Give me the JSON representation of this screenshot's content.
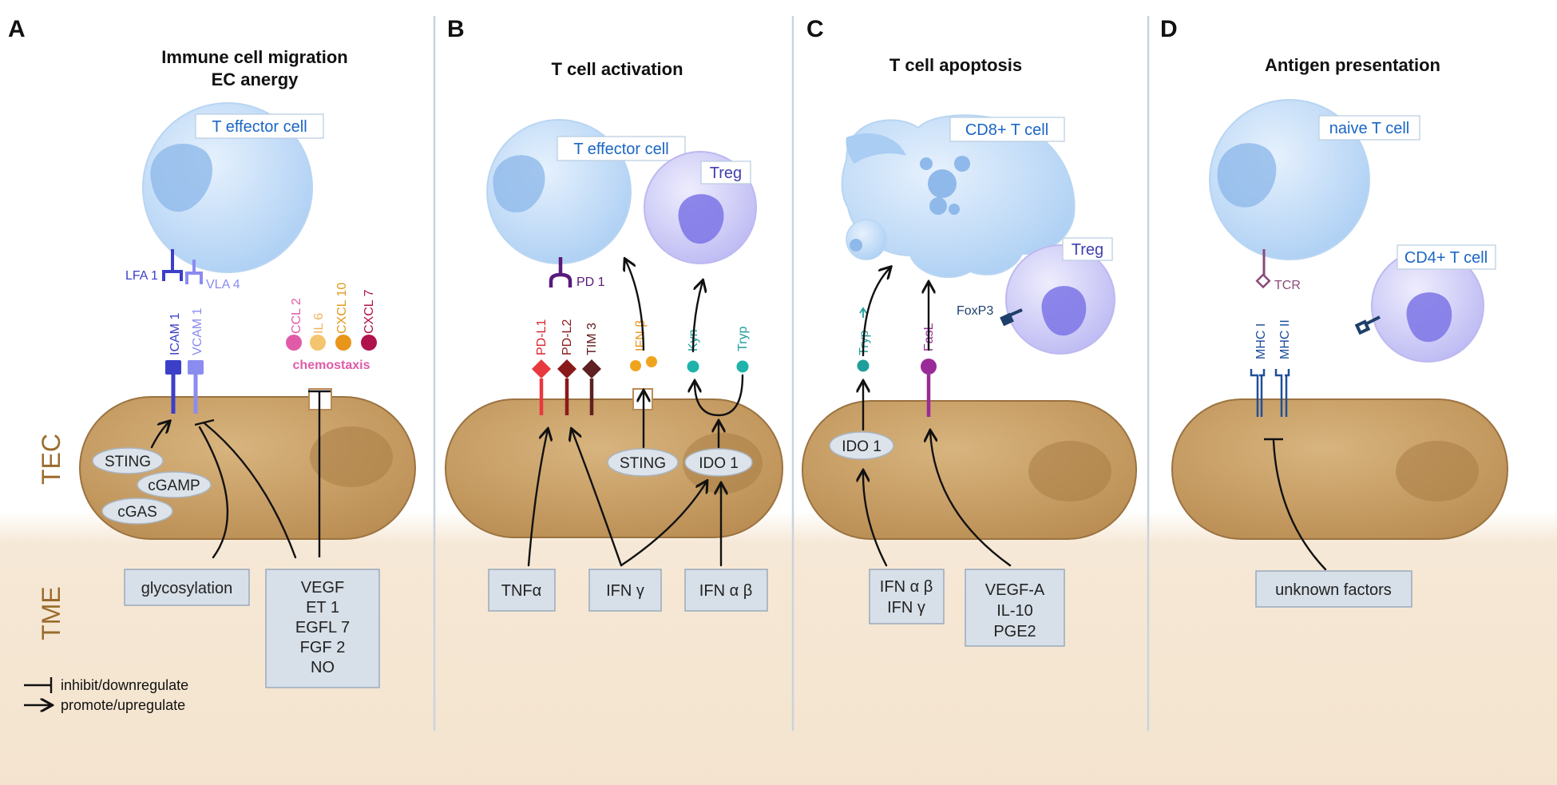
{
  "labels": {
    "tec": "TEC",
    "tme": "TME"
  },
  "panels": [
    {
      "letter": "A",
      "title_line1": "Immune cell migration",
      "title_line2": "EC anergy"
    },
    {
      "letter": "B",
      "title_line1": "T cell activation"
    },
    {
      "letter": "C",
      "title_line1": "T cell apoptosis"
    },
    {
      "letter": "D",
      "title_line1": "Antigen presentation"
    }
  ],
  "panel_a": {
    "cell_label": "T effector cell",
    "lfa1": "LFA 1",
    "vla4": "VLA 4",
    "icam1": "ICAM 1",
    "vcam1": "VCAM 1",
    "ccl2": "CCL 2",
    "il6": "IL 6",
    "cxcl10": "CXCL 10",
    "cxcl7": "CXCL 7",
    "chemotaxis": "chemostaxis",
    "sting": "STING",
    "cgamp": "cGAMP",
    "cgas": "cGAS",
    "glycosylation": "glycosylation",
    "factors": [
      "VEGF",
      "ET 1",
      "EGFL 7",
      "FGF 2",
      "NO"
    ]
  },
  "panel_b": {
    "cell_label": "T effector cell",
    "treg": "Treg",
    "pd1": "PD 1",
    "pdl1": "PD-L1",
    "pdl2": "PD-L2",
    "tim3": "TIM 3",
    "ifnb": "IFN β",
    "kyn": "Kyn",
    "tryp": "Tryp",
    "sting": "STING",
    "ido1": "IDO 1",
    "tnfa": "TNFα",
    "ifng": "IFN γ",
    "ifnab": "IFN α β"
  },
  "panel_c": {
    "cell_label": "CD8+ T cell",
    "treg": "Treg",
    "foxp3": "FoxP3",
    "tryp": "Tryp",
    "fasl": "FasL",
    "ido1": "IDO 1",
    "box1": [
      "IFN α β",
      "IFN γ"
    ],
    "box2": [
      "VEGF-A",
      "IL-10",
      "PGE2"
    ]
  },
  "panel_d": {
    "cell_label": "naive T cell",
    "cd4_label": "CD4+ T cell",
    "tcr": "TCR",
    "mhc1": "MHC I",
    "mhc2": "MHC II",
    "unknown": "unknown factors"
  },
  "legend": {
    "inhibit": "inhibit/downregulate",
    "promote": "promote/upregulate"
  },
  "colors": {
    "ec_fill": "#c9a26b",
    "tme_bg": "#f6e8d6",
    "cell_blue": "#bcd8f7",
    "cell_purple": "#d6d4f8",
    "axis_text": "#9a6b2c"
  }
}
